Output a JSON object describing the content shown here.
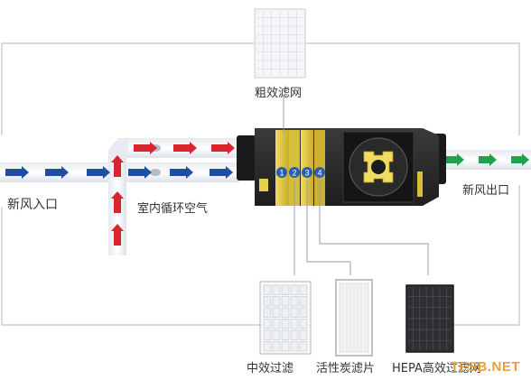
{
  "labels": {
    "fresh_air_inlet": "新风入口",
    "indoor_circulation": "室内循环空气",
    "fresh_air_outlet": "新风出口",
    "coarse_filter": "粗效滤网",
    "medium_filter": "中效过滤",
    "carbon_filter": "活性炭滤片",
    "hepa_filter": "HEPA高效过滤网"
  },
  "filter_numbers": [
    "1",
    "2",
    "3",
    "4"
  ],
  "watermark": "TFSB.NET",
  "colors": {
    "arrow_blue": "#1f4fa0",
    "arrow_red": "#d9252f",
    "arrow_green": "#1fa34a",
    "device_body": "#2a2a2a",
    "accent_yellow": "#e8cf4a",
    "badge_blue": "#2a5db0",
    "border_line": "#c9cfd6"
  }
}
